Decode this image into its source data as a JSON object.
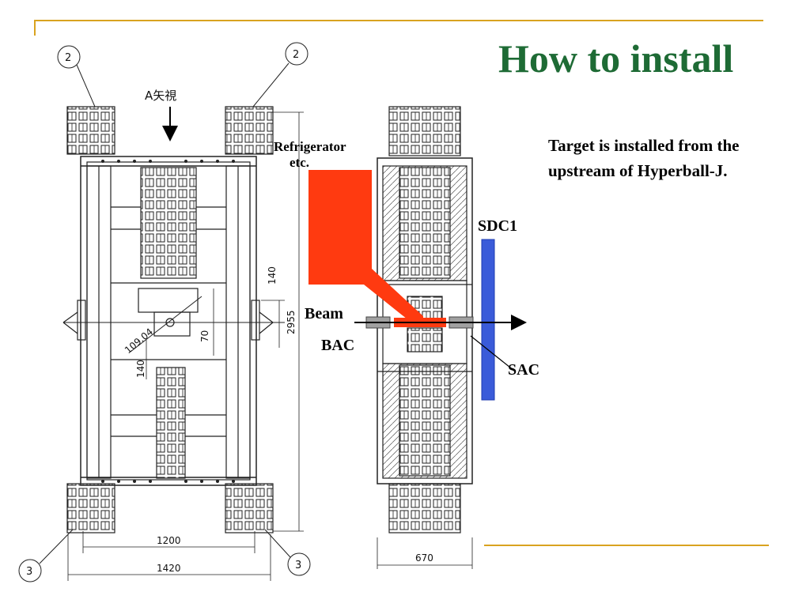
{
  "slide": {
    "title": "How to install",
    "description": "Target is installed from the upstream of Hyperball-J."
  },
  "labels": {
    "refrigerator": "Refrigerator",
    "etc": "etc.",
    "beam": "Beam",
    "bac": "BAC",
    "sac": "SAC",
    "sdc1": "SDC1"
  },
  "drawing_text": {
    "view_mark": "A矢視",
    "callout_top_left": "2",
    "callout_top_right": "2",
    "callout_bottom_left": "3",
    "callout_bottom_right": "3",
    "dim_1200": "1200",
    "dim_1420": "1420",
    "dim_670": "670",
    "dim_2955": "2955",
    "dim_140_upper": "140",
    "dim_140_lower": "140",
    "dim_70": "70",
    "dim_109": "109.04"
  },
  "colors": {
    "title": "#1e6b35",
    "accent_line": "#d9a31f",
    "refrigerator": "#ff3a10",
    "sdc1": "#3a5bd9",
    "counter": "#a0a0a0"
  }
}
